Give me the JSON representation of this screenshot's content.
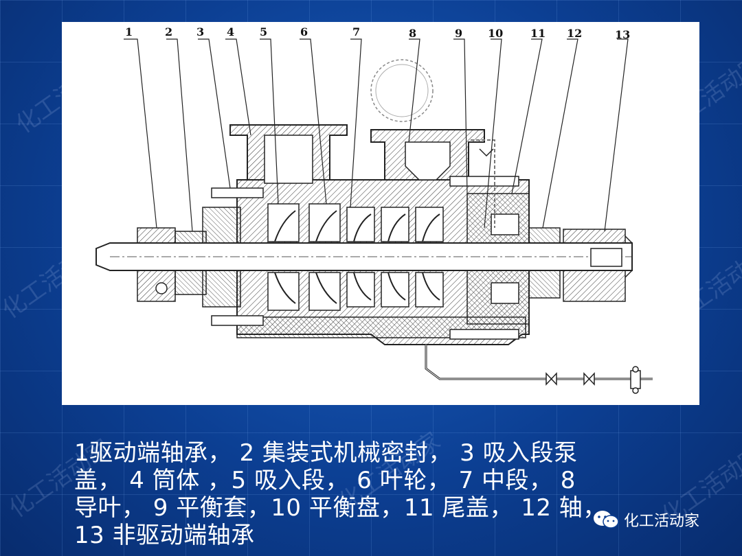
{
  "callouts": [
    "1",
    "2",
    "3",
    "4",
    "5",
    "6",
    "7",
    "8",
    "9",
    "10",
    "11",
    "12",
    "13"
  ],
  "caption_lines": [
    "1驱动端轴承， 2 集装式机械密封， 3 吸入段泵",
    "盖， 4 筒体 ，5 吸入段， 6 叶轮， 7 中段， 8",
    "导叶， 9 平衡套，10 平衡盘，11 尾盖， 12 轴，",
    "13 非驱动端轴承"
  ],
  "watermark_text": "化工活动家",
  "badge": {
    "label": "化工活动家",
    "icon": "wechat-icon"
  },
  "colors": {
    "background": "#0c3f93",
    "text": "#ffffff",
    "drawing_bg": "#ffffff",
    "line": "#222222"
  }
}
